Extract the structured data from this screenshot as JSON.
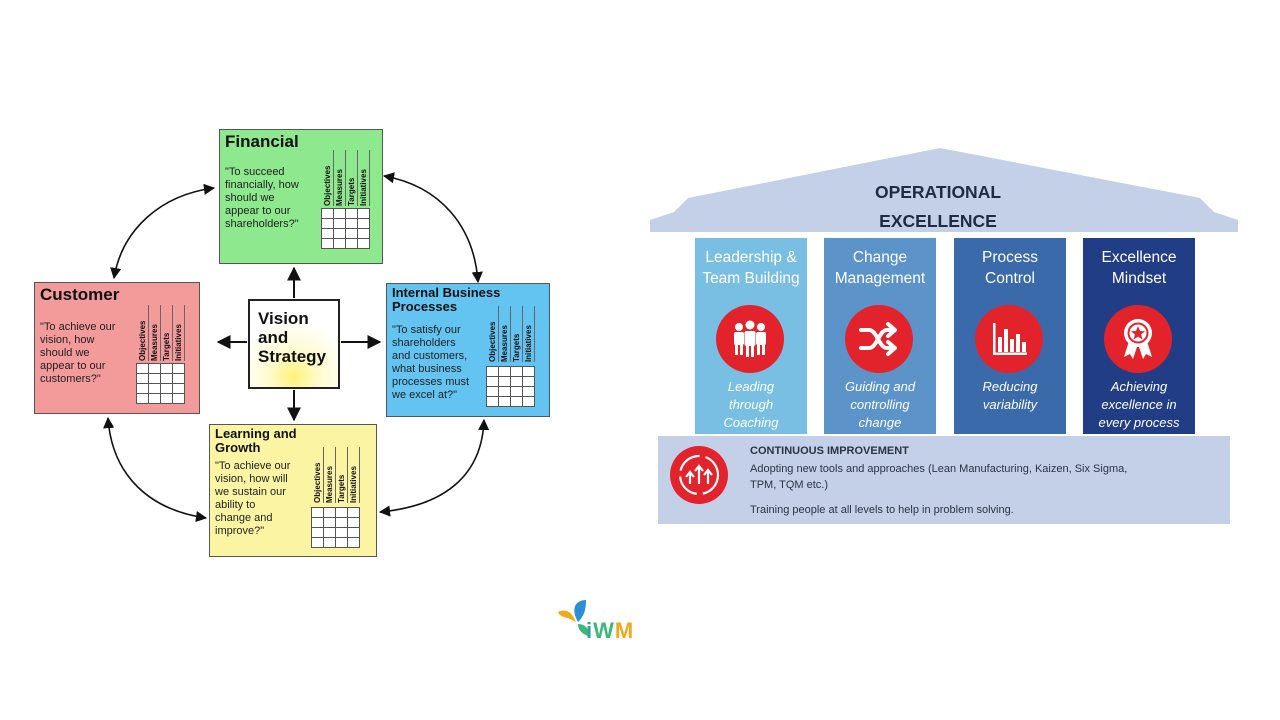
{
  "scorecard": {
    "center": [
      "Vision",
      "and",
      "Strategy"
    ],
    "column_headers": [
      "Objectives",
      "Measures",
      "Targets",
      "Initiatives"
    ],
    "financial": {
      "title": "Financial",
      "question": [
        "\"To succeed",
        "financially, how",
        "should we",
        "appear to our",
        "shareholders?\""
      ],
      "color": "#8ee88e"
    },
    "customer": {
      "title": "Customer",
      "question": [
        "\"To achieve our",
        "vision, how",
        "should we",
        "appear to our",
        "customers?\""
      ],
      "color": "#f39a9a"
    },
    "internal": {
      "title": [
        "Internal Business",
        "Processes"
      ],
      "question": [
        "\"To satisfy our",
        "shareholders",
        "and customers,",
        "what business",
        "processes must",
        "we excel at?\""
      ],
      "color": "#63c4f2"
    },
    "learning": {
      "title": [
        "Learning and",
        "Growth"
      ],
      "question": [
        "\"To achieve our",
        "vision, how will",
        "we sustain our",
        "ability to",
        "change and",
        "improve?\""
      ],
      "color": "#fbf5a3"
    }
  },
  "operational_excellence": {
    "title": [
      "OPERATIONAL",
      "EXCELLENCE"
    ],
    "roof_color": "#c3d0e8",
    "pillars": [
      {
        "title": [
          "Leadership &",
          "Team Building"
        ],
        "desc": [
          "Leading",
          "through",
          "Coaching"
        ],
        "icon": "team-icon",
        "color": "#79bfe3"
      },
      {
        "title": [
          "Change",
          "Management"
        ],
        "desc": [
          "Guiding and",
          "controlling",
          "change"
        ],
        "icon": "shuffle-icon",
        "color": "#5c93c9"
      },
      {
        "title": [
          "Process",
          "Control"
        ],
        "desc": [
          "Reducing",
          "variability"
        ],
        "icon": "bar-chart-icon",
        "color": "#3b6aab"
      },
      {
        "title": [
          "Excellence",
          "Mindset"
        ],
        "desc": [
          "Achieving",
          "excellence in",
          "every process"
        ],
        "icon": "award-ribbon-icon",
        "color": "#213d86"
      }
    ],
    "continuous_improvement": {
      "title": "CONTINUOUS IMPROVEMENT",
      "lines": [
        "Adopting new tools and approaches (Lean Manufacturing, Kaizen, Six Sigma,",
        "TPM, TQM etc.)",
        "Training people at all levels to help in problem solving."
      ],
      "icon": "growth-arrows-icon"
    },
    "accent_color": "#e3232b"
  },
  "logo": {
    "text": "iWM"
  }
}
